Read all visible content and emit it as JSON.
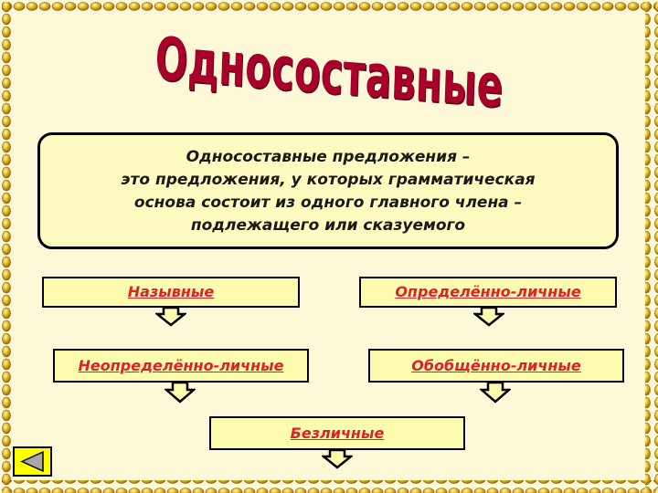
{
  "title": "Односоставные предложения",
  "definition": {
    "lines": [
      "Односоставные предложения –",
      "это предложения, у которых грамматическая",
      "основа состоит из одного главного члена –",
      "подлежащего или сказуемого"
    ]
  },
  "types": [
    {
      "label": "Назывные"
    },
    {
      "label": "Определённо-личные"
    },
    {
      "label": "Неопределённо-личные"
    },
    {
      "label": "Обобщённо-личные"
    },
    {
      "label": "Безличные"
    }
  ],
  "nav": {
    "icon": "back-arrow-icon"
  },
  "colors": {
    "title": "#a8002a",
    "box_fill": "#fdfbae",
    "link_text": "#e0202a",
    "border_beads": "#d9ac1c",
    "background": "#fdf9d8"
  }
}
